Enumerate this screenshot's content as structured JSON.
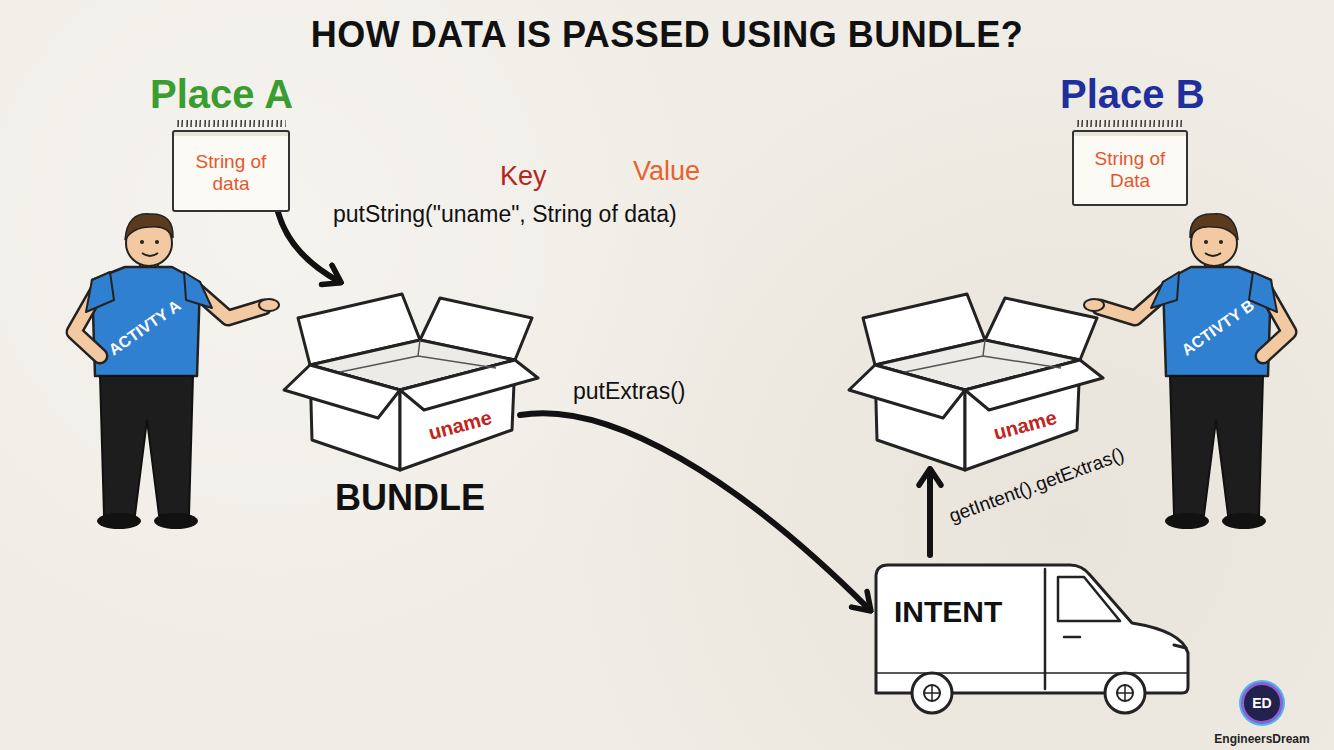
{
  "diagram": {
    "title": "HOW DATA IS PASSED USING BUNDLE?",
    "nodes": [
      {
        "text": [
          "String of data"
        ]
      },
      {
        "text": [
          "String of Data"
        ]
      },
      {
        "text": [
          "ACTIVTY A"
        ]
      },
      {
        "text": [
          "uname",
          "BUNDLE"
        ]
      },
      {
        "text": [
          "uname"
        ]
      },
      {
        "text": [
          "ACTIVTY B"
        ]
      },
      {
        "text": [
          "INTENT"
        ]
      },
      {
        "text": [
          "ED",
          "EngineersDream"
        ]
      }
    ],
    "edges": [
      {
        "from": 0,
        "to": 3,
        "arrow": "to"
      },
      {
        "from": 3,
        "to": 6,
        "label": "putExtras()",
        "arrow": "to"
      },
      {
        "from": 6,
        "to": 4,
        "label": "getIntent().getExtras()",
        "arrow": "to"
      }
    ],
    "labels": [
      "Place A",
      "Place B",
      "Key",
      "Value",
      "putString(\"uname\", String of data)"
    ]
  }
}
